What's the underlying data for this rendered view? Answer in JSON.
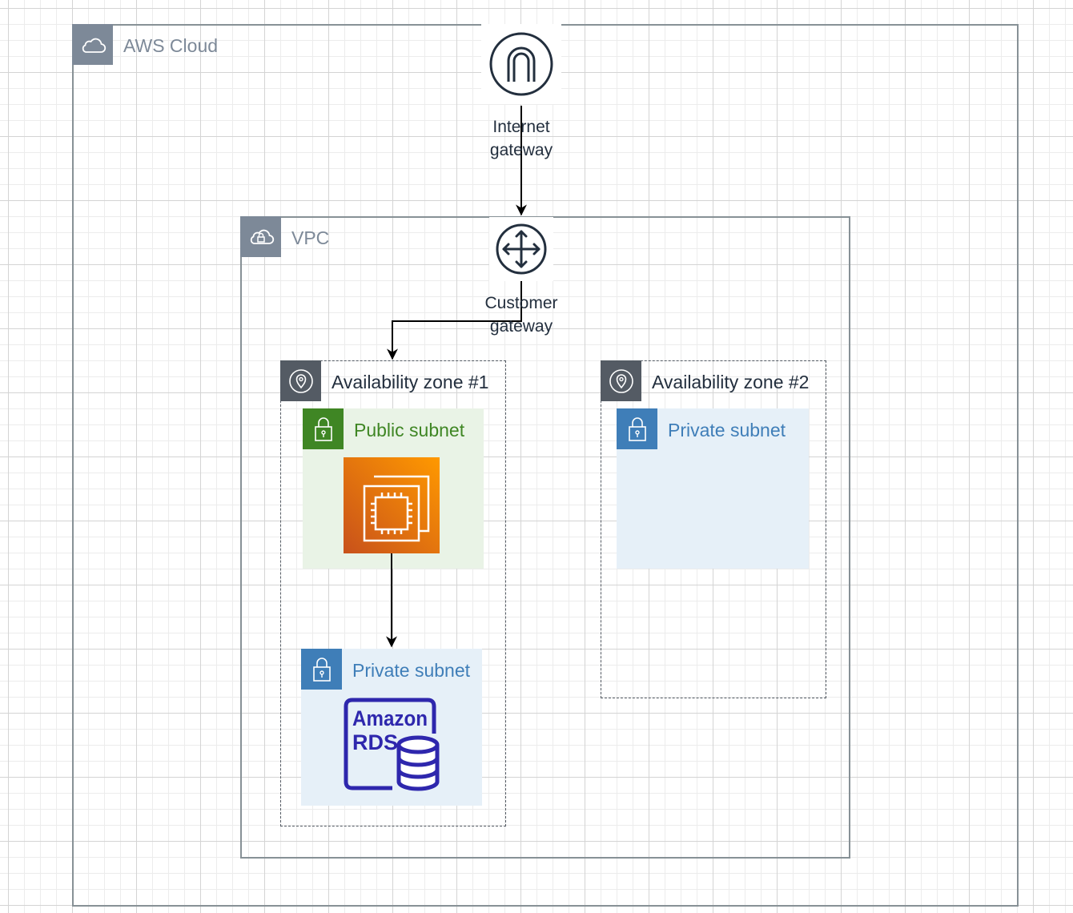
{
  "aws_cloud": {
    "label": "AWS Cloud"
  },
  "vpc": {
    "label": "VPC"
  },
  "internet_gateway": {
    "label_line1": "Internet",
    "label_line2": "gateway"
  },
  "customer_gateway": {
    "label_line1": "Customer",
    "label_line2": "gateway"
  },
  "az1": {
    "label": "Availability zone #1",
    "public_subnet": {
      "label": "Public subnet"
    },
    "private_subnet": {
      "label": "Private subnet"
    }
  },
  "az2": {
    "label": "Availability zone #2",
    "private_subnet": {
      "label": "Private subnet"
    }
  },
  "rds": {
    "line1": "Amazon",
    "line2": "RDS"
  },
  "colors": {
    "cloud_border": "#879196",
    "group_tab": "#7d8998",
    "az_tab": "#545b64",
    "public_green": "#3f8624",
    "public_fill": "#e9f3e6",
    "private_blue": "#3f7eb8",
    "private_fill": "#e6f0f8",
    "ec2_orange": "#e06f1f",
    "rds_navy": "#2e27ad",
    "icon_dark": "#232f3e"
  },
  "icons": [
    "cloud-icon",
    "cloud-lock-icon",
    "internet-gateway-icon",
    "router-icon",
    "location-pin-icon",
    "padlock-icon",
    "ec2-chip-icon",
    "rds-database-icon"
  ]
}
